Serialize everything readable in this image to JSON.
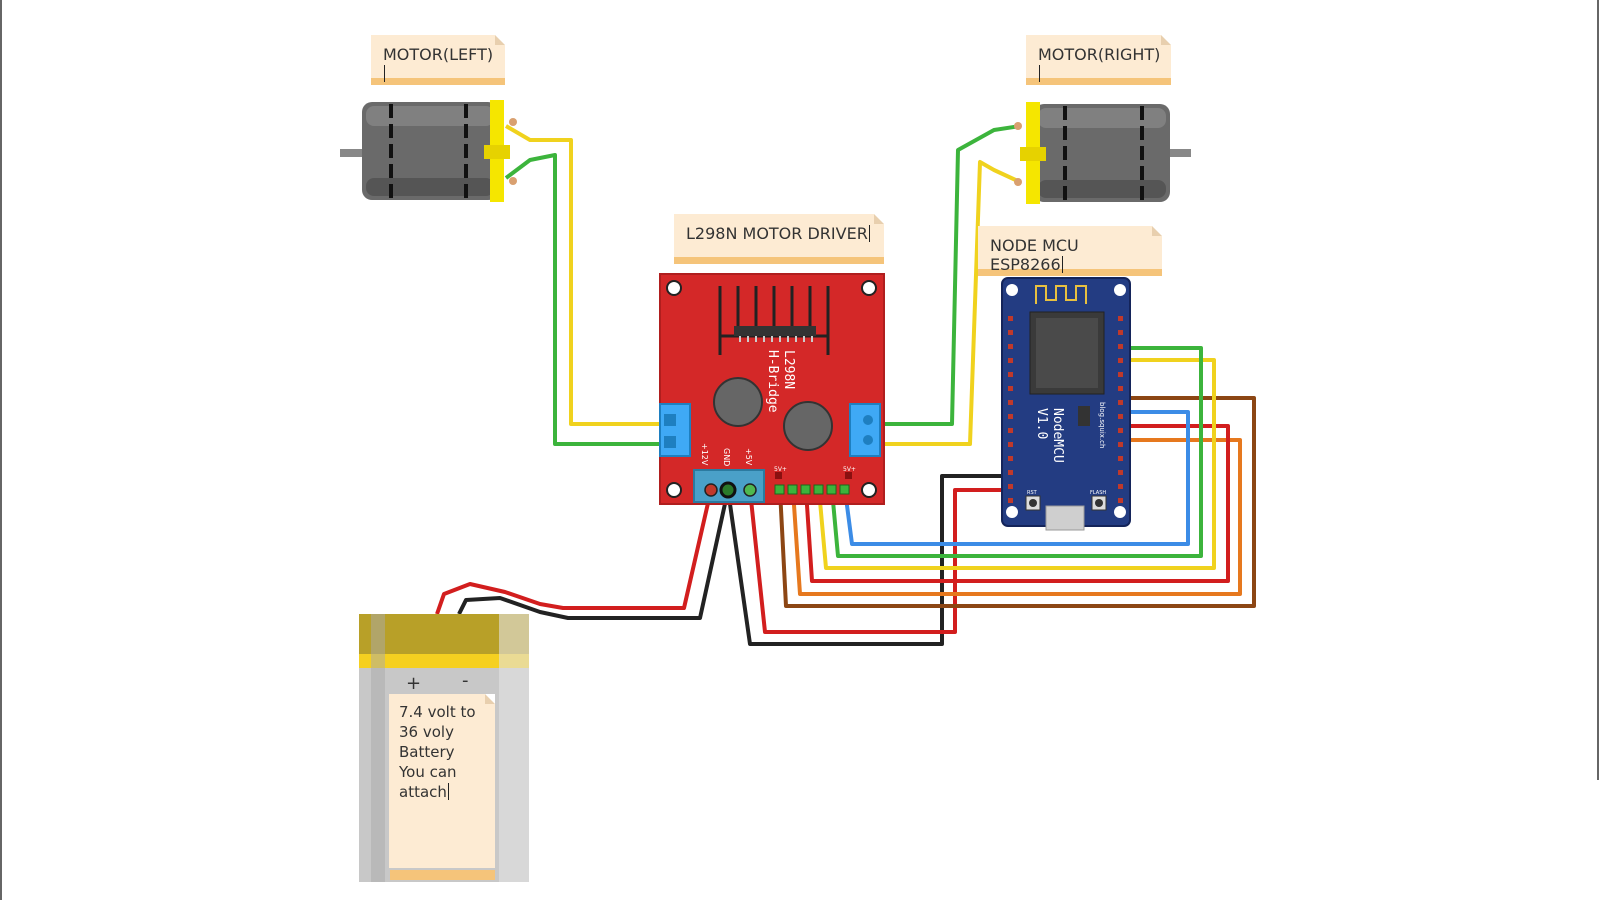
{
  "labels": {
    "motor_left": "MOTOR(LEFT)",
    "motor_right": "MOTOR(RIGHT)",
    "driver": "L298N MOTOR DRIVER",
    "mcu": "NODE MCU ESP8266",
    "battery_lines": [
      "7.4 volt to",
      "36 voly",
      "Battery",
      "You can",
      "attach"
    ]
  },
  "driver_board": {
    "title_1": "L298N",
    "title_2": "H-Bridge",
    "pin_12v": "+12V",
    "pin_gnd": "GND",
    "pin_5v": "+5V",
    "jumper_left": "5V+",
    "jumper_right": "5V+"
  },
  "mcu_board": {
    "name": "NodeMCU",
    "version": "V1.0",
    "url": "blog.squix.ch",
    "btn_rst": "RST",
    "btn_flash": "FLASH"
  },
  "battery": {
    "plus": "+",
    "minus": "-"
  },
  "colors": {
    "wire_red": "#d21e1e",
    "wire_black": "#222222",
    "wire_green": "#3cb43c",
    "wire_yellow": "#f0d21e",
    "wire_blue": "#3c8ce6",
    "wire_orange": "#e6781e",
    "wire_brown": "#8c4614",
    "driver_board": "#d42828",
    "mcu_board": "#233c82",
    "note_bg": "#fdebd3",
    "note_edge": "#f5c47a"
  }
}
